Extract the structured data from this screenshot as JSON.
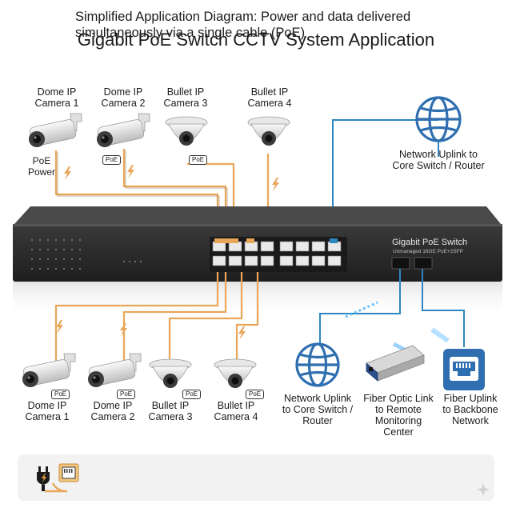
{
  "title": "Gigabit PoE Switch CCTV System Application",
  "switch": {
    "name": "Gigabit PoE Switch",
    "subtitle": "Unmanaged 16GE PoE+2SFP"
  },
  "top_devices": [
    {
      "label_line1": "Dome IP",
      "label_line2": "Camera 1",
      "icon": "bullet-camera-icon"
    },
    {
      "label_line1": "Dome IP",
      "label_line2": "Camera 2",
      "icon": "bullet-camera-icon"
    },
    {
      "label_line1": "Bullet IP",
      "label_line2": "Camera 3",
      "icon": "dome-camera-icon"
    },
    {
      "label_line1": "Bullet IP",
      "label_line2": "Camera 4",
      "icon": "dome-camera-icon"
    }
  ],
  "poe_power_label_line1": "PoE",
  "poe_power_label_line2": "Power",
  "poe_badge": "PoE",
  "uplink_top": {
    "line1": "Network Uplink to",
    "line2": "Core Switch / Router",
    "icon": "globe-icon"
  },
  "bottom_devices": [
    {
      "label_line1": "Dome IP",
      "label_line2": "Camera 1",
      "icon": "bullet-camera-icon"
    },
    {
      "label_line1": "Dome IP",
      "label_line2": "Camera 2",
      "icon": "bullet-camera-icon"
    },
    {
      "label_line1": "Bullet IP",
      "label_line2": "Camera 3",
      "icon": "dome-camera-icon"
    },
    {
      "label_line1": "Bullet IP",
      "label_line2": "Camera 4",
      "icon": "dome-camera-icon"
    }
  ],
  "bottom_uplinks": [
    {
      "line1": "Network Uplink",
      "line2": "to Core Switch /",
      "line3": "Router",
      "icon": "globe-icon"
    },
    {
      "line1": "Fiber Optic Link",
      "line2": "to Remote",
      "line3": "Monitoring",
      "line4": "Center",
      "icon": "sfp-module-icon"
    },
    {
      "line1": "Fiber Uplink",
      "line2": "to Backbone",
      "line3": "Network",
      "icon": "ethernet-port-icon"
    }
  ],
  "footer": {
    "line1": "Simplified Application Diagram: Power and data delivered",
    "line2": "simultaneously via a single cable (PoE)",
    "icons": [
      "power-plug-icon",
      "ethernet-port-icon"
    ]
  },
  "colors": {
    "poe_cable": "#e8a659",
    "uplink_cable": "#2e86c1",
    "switch_body": "#2b2b2b",
    "globe": "#2f6fb0"
  }
}
